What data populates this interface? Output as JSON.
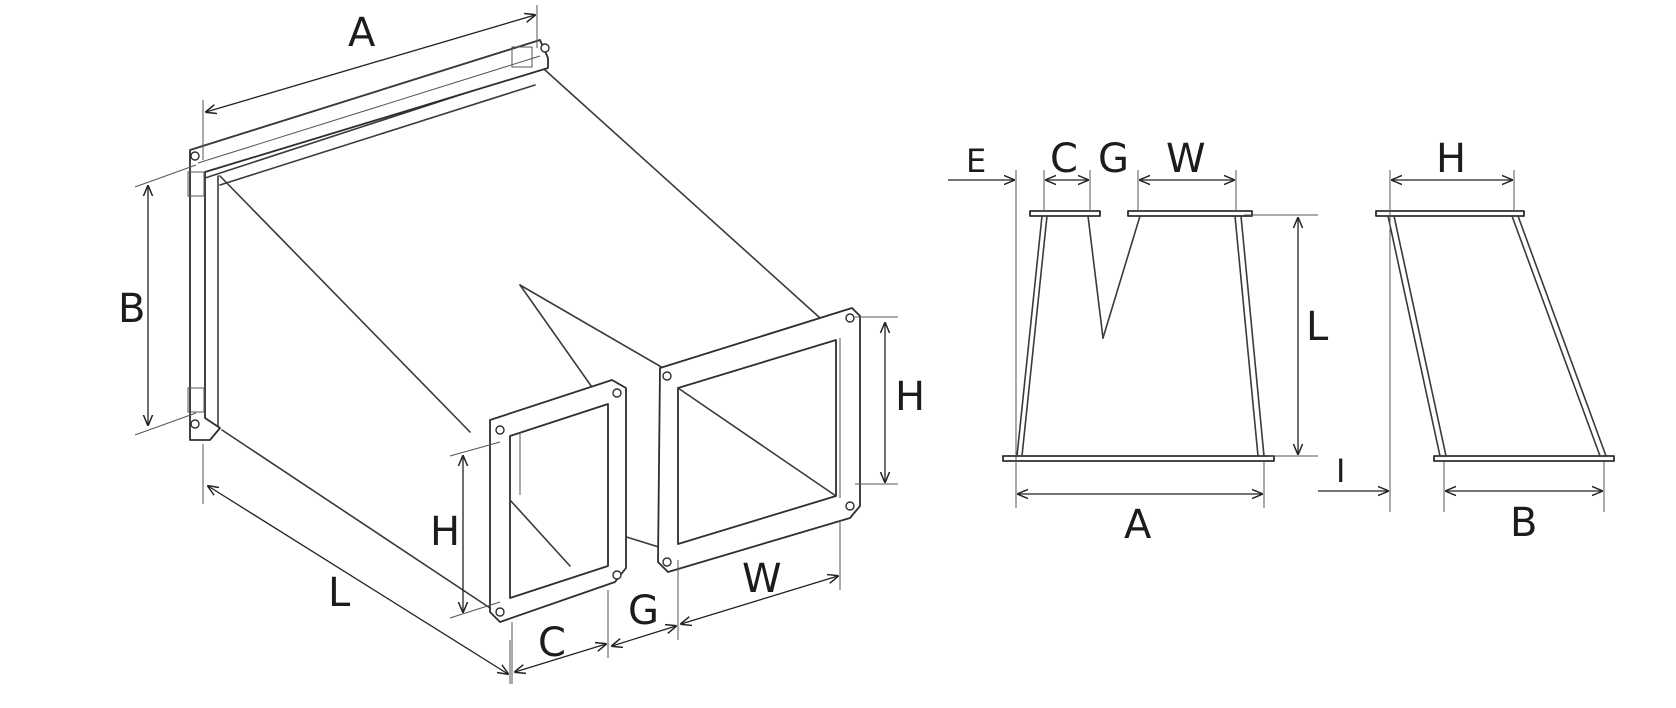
{
  "iso": {
    "labels": {
      "a": "A",
      "b": "B",
      "l": "L",
      "h_small": "H",
      "h_large": "H",
      "c": "C",
      "g": "G",
      "w": "W"
    }
  },
  "front": {
    "labels": {
      "e": "E",
      "c": "C",
      "g": "G",
      "w": "W",
      "l": "L",
      "a": "A"
    }
  },
  "side": {
    "labels": {
      "h": "H",
      "i": "I",
      "b": "B"
    }
  }
}
